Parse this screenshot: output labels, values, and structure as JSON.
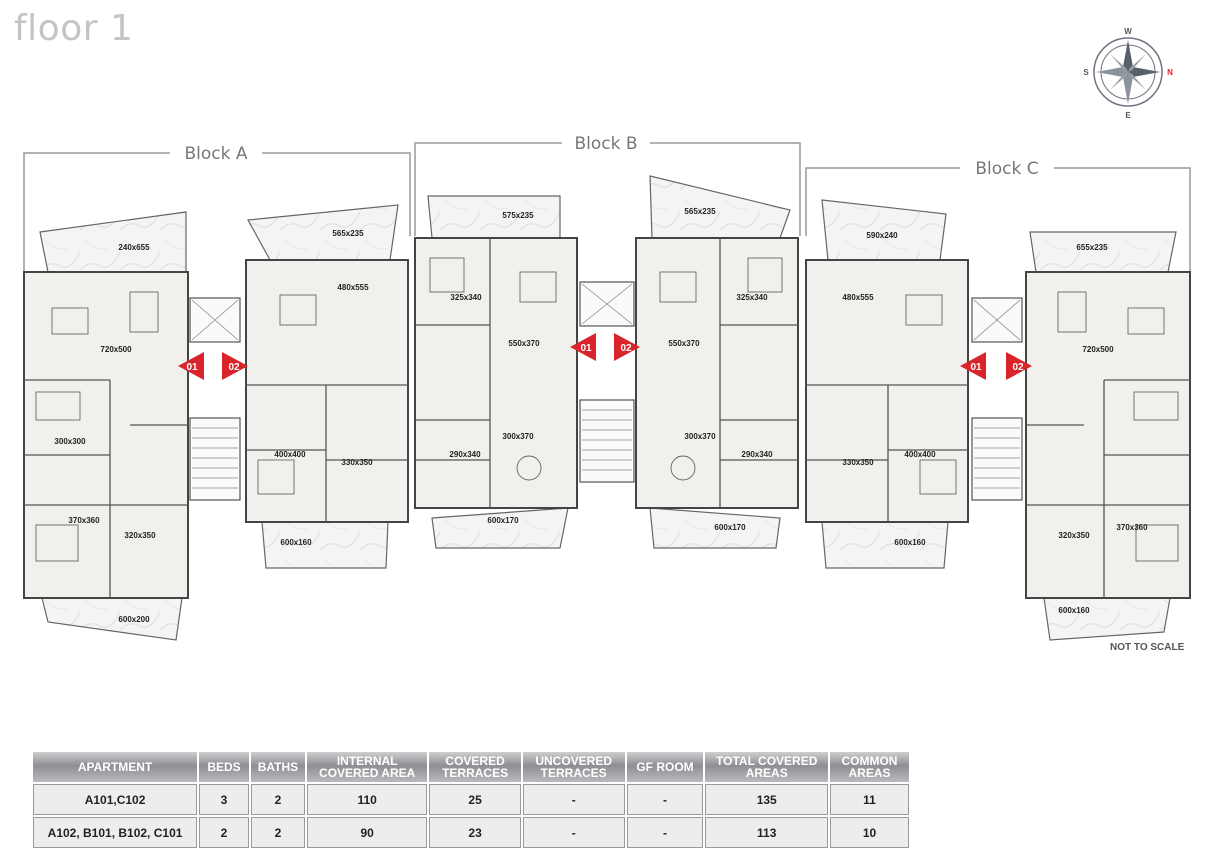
{
  "floor_title": "floor 1",
  "compass": {
    "north": "N",
    "south": "S",
    "east": "E",
    "west": "W"
  },
  "blocks": [
    "Block A",
    "Block B",
    "Block C"
  ],
  "note": "NOT TO SCALE",
  "entrances": [
    "01",
    "02",
    "01",
    "02",
    "01",
    "02"
  ],
  "dimensions": [
    "240x655",
    "720x500",
    "300x300",
    "370x360",
    "320x350",
    "600x200",
    "565x235",
    "480x555",
    "400x400",
    "330x350",
    "600x160",
    "575x235",
    "325x340",
    "550x370",
    "300x370",
    "290x340",
    "600x170",
    "565x235",
    "550x370",
    "325x340",
    "300x370",
    "290x340",
    "600x170",
    "590x240",
    "480x555",
    "330x350",
    "400x400",
    "600x160",
    "655x235",
    "720x500",
    "320x350",
    "370x360",
    "600x160"
  ],
  "table": {
    "headers": [
      "APARTMENT",
      "BEDS",
      "BATHS",
      "INTERNAL COVERED AREA",
      "COVERED TERRACES",
      "UNCOVERED TERRACES",
      "GF ROOM",
      "TOTAL COVERED AREAS",
      "COMMON AREAS"
    ],
    "rows": [
      [
        "A101,C102",
        "3",
        "2",
        "110",
        "25",
        "-",
        "-",
        "135",
        "11"
      ],
      [
        "A102, B101, B102, C101",
        "2",
        "2",
        "90",
        "23",
        "-",
        "-",
        "113",
        "10"
      ]
    ]
  }
}
